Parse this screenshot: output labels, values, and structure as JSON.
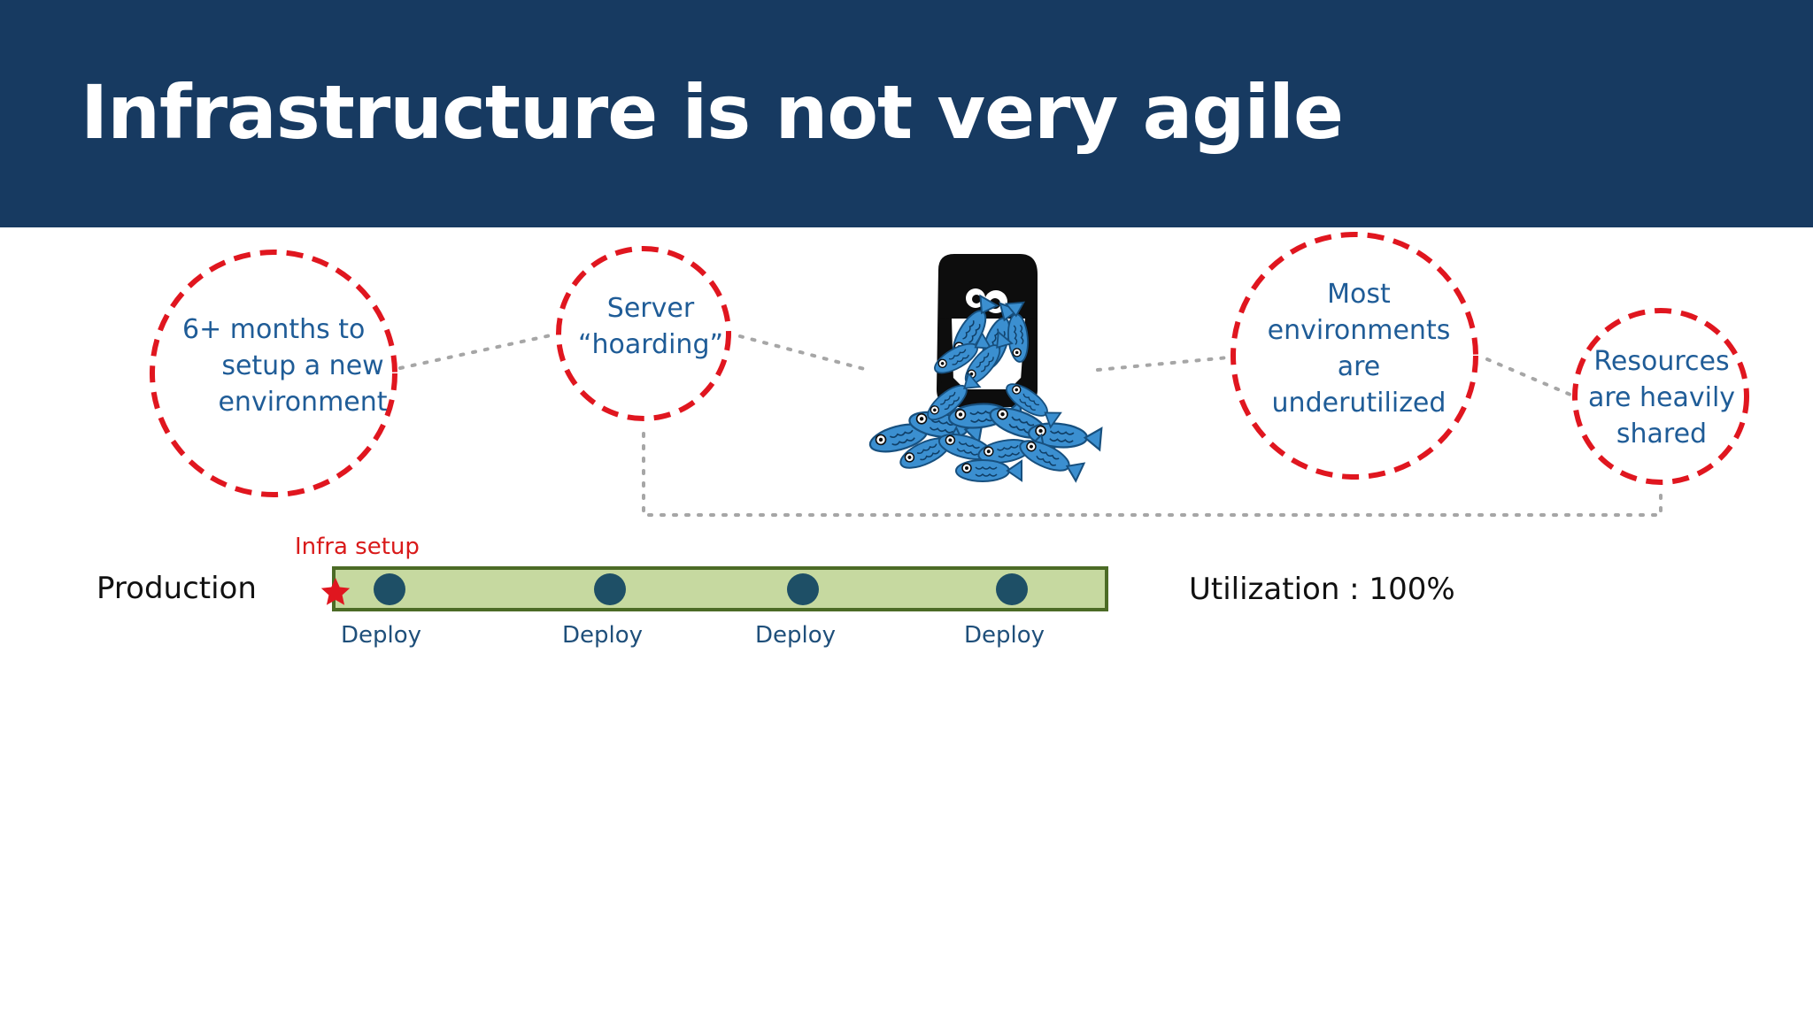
{
  "slide": {
    "title": "Infrastructure is not very agile"
  },
  "bubbles": [
    {
      "lines": [
        "6+ months to",
        "setup a new",
        "environment"
      ]
    },
    {
      "lines": [
        "Server",
        "“hoarding”"
      ]
    },
    {
      "lines": [
        "Most",
        "environments",
        "are",
        "underutilized"
      ]
    },
    {
      "lines": [
        "Resources",
        "are heavily",
        "shared"
      ]
    }
  ],
  "timeline": {
    "row_label": "Production",
    "marker_label": "Infra setup",
    "deploy_label": "Deploy",
    "deploy_count": 4,
    "utilization_text": "Utilization : 100%"
  },
  "illustration": {
    "name": "penguin-holding-fish",
    "colors": {
      "penguin": "#0d0d0d",
      "fish": "#3b8fd0"
    }
  },
  "colors": {
    "header": "#173a61",
    "bubble_border": "#e0161f",
    "bubble_text": "#1f5c97",
    "timeline_fill": "#c6d9a0",
    "timeline_border": "#4c6b26",
    "deploy_dot": "#1e4f66",
    "star": "#e0161f",
    "connector": "#a6a6a6"
  }
}
